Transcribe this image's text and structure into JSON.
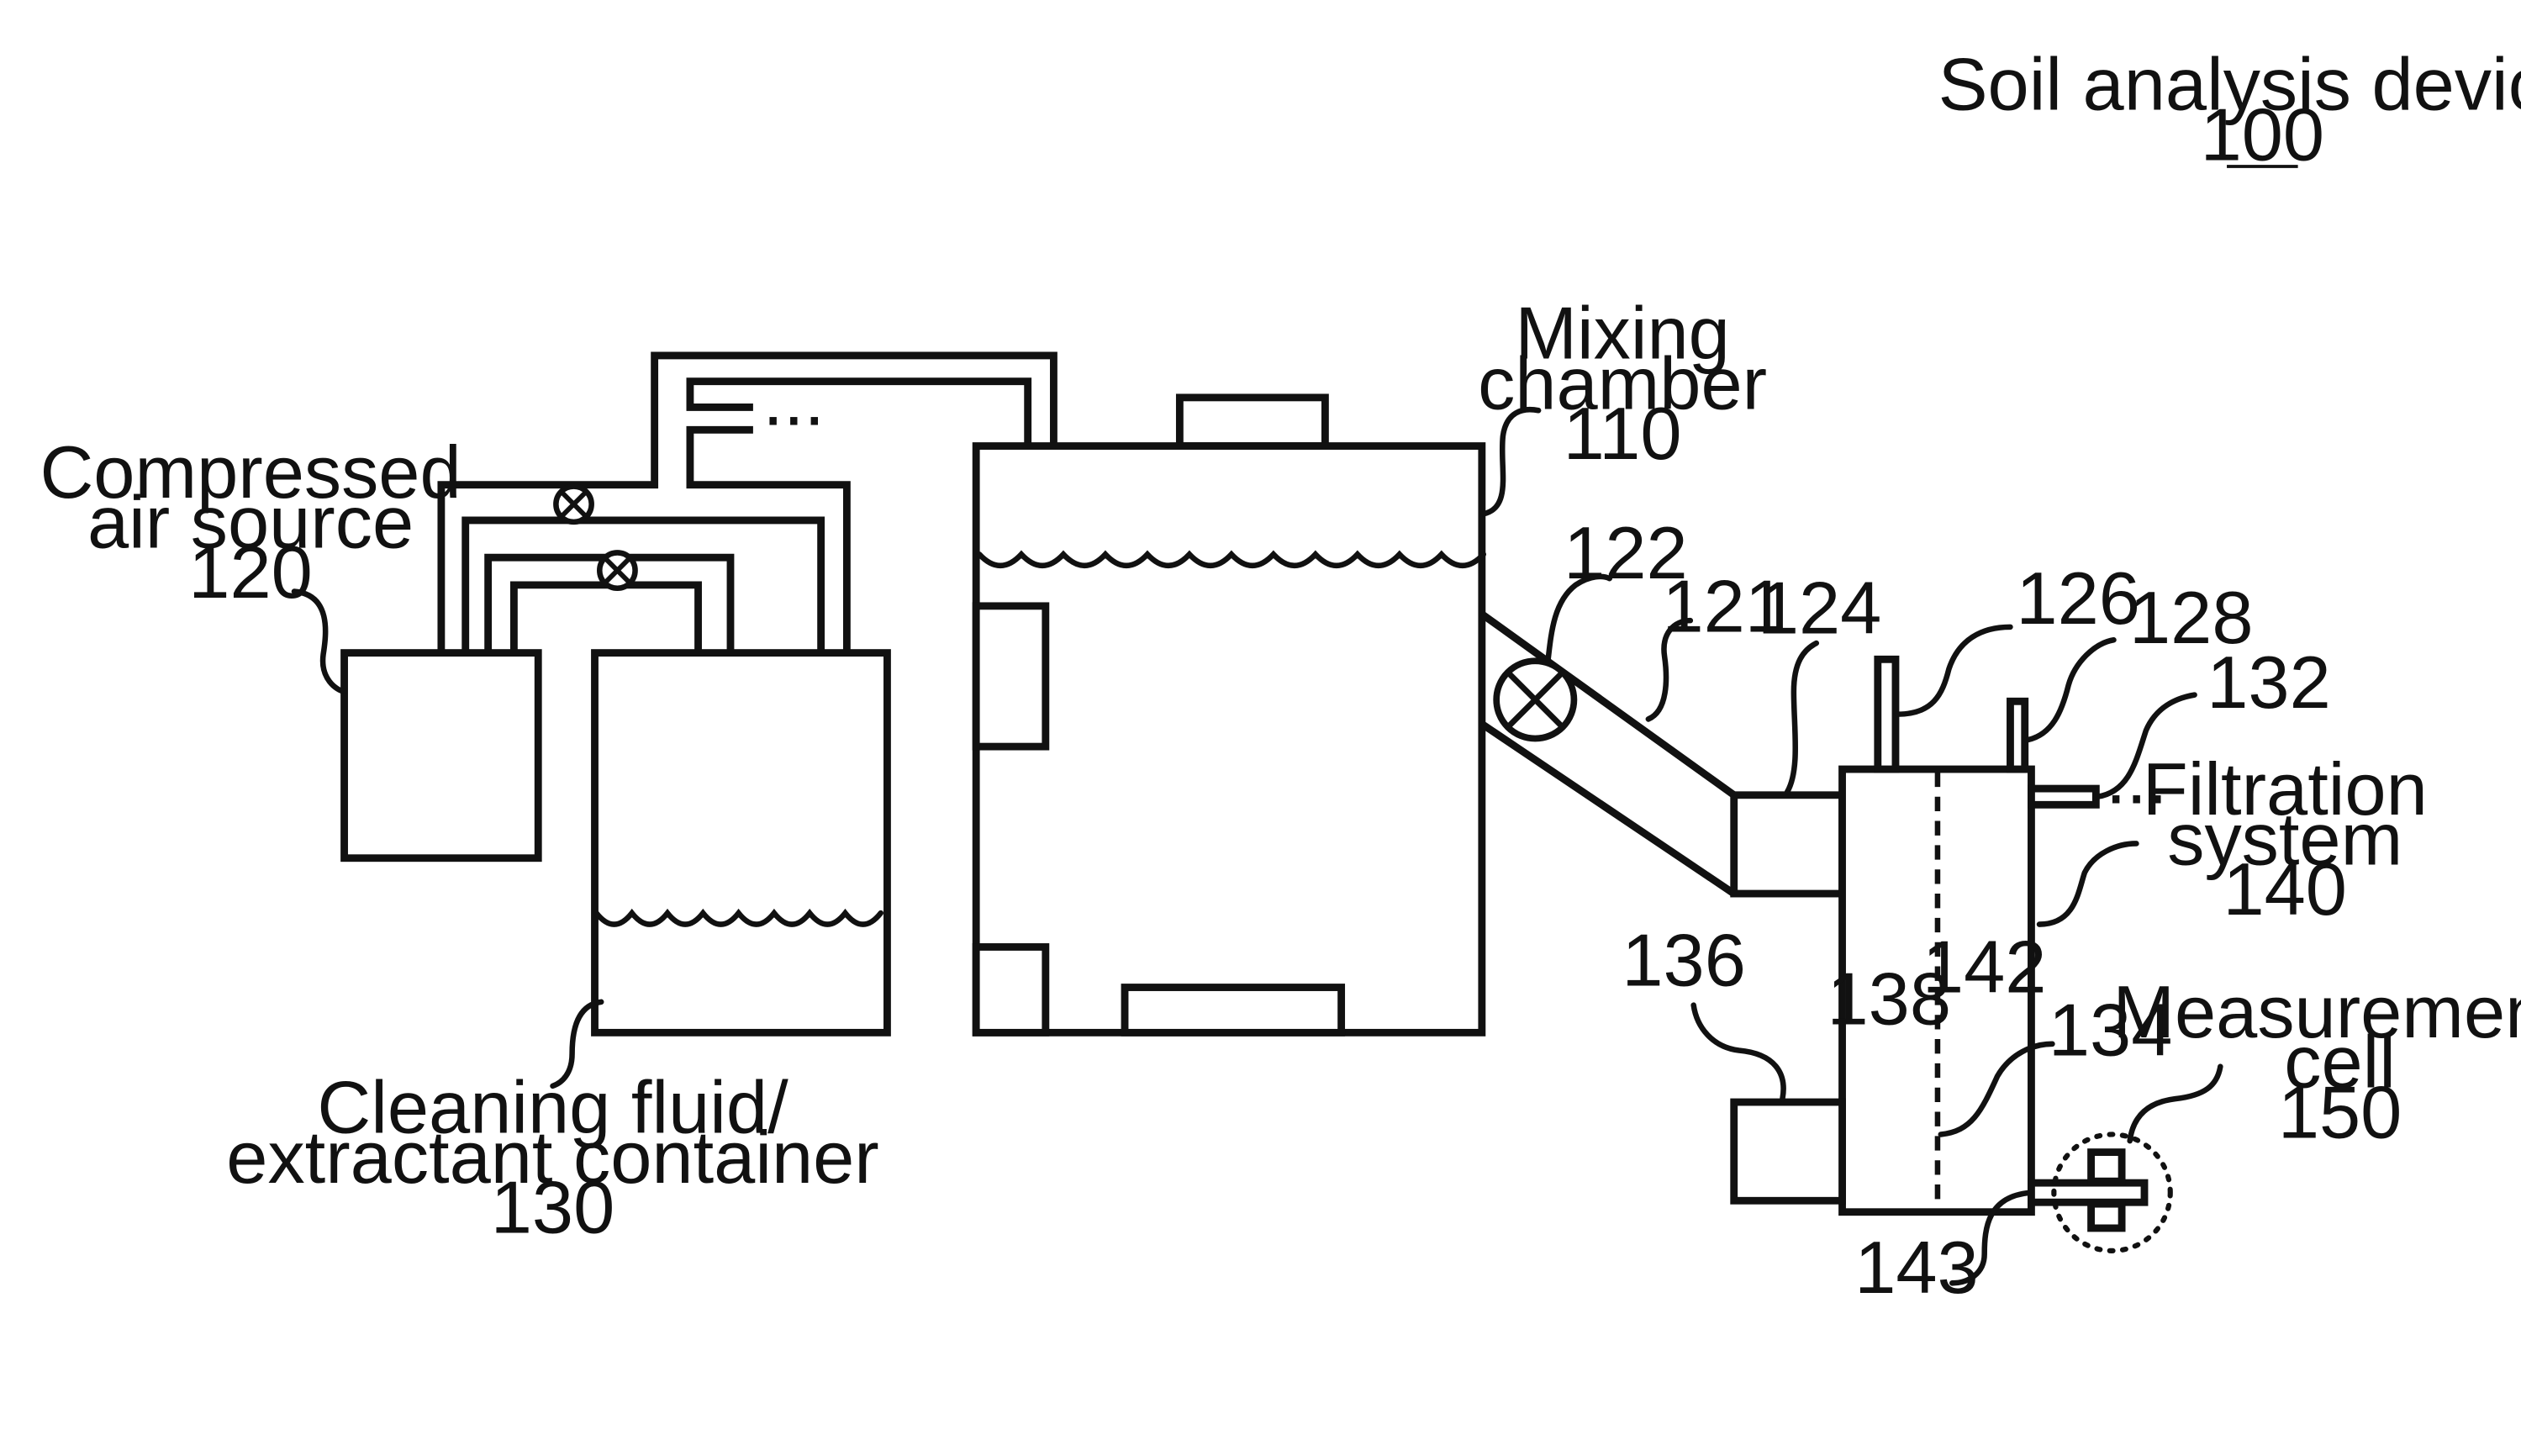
{
  "title": {
    "line1": "Soil analysis device",
    "number": "100"
  },
  "labels": {
    "mixing_chamber": {
      "line1": "Mixing",
      "line2": "chamber",
      "number": "110"
    },
    "compressed_air": {
      "line1": "Compressed",
      "line2": "air source",
      "number": "120"
    },
    "container": {
      "line1": "Cleaning fluid/",
      "line2": "extractant container",
      "number": "130"
    },
    "filtration": {
      "line1": "Filtration",
      "line2": "system",
      "number": "140"
    },
    "measurement": {
      "line1": "Measurement",
      "line2": "cell",
      "number": "150"
    },
    "ref_121": "121",
    "ref_122": "122",
    "ref_124": "124",
    "ref_126": "126",
    "ref_128": "128",
    "ref_132": "132",
    "ref_134": "134",
    "ref_136": "136",
    "ref_138": "138",
    "ref_142": "142",
    "ref_143": "143",
    "ellipsis": "..."
  }
}
